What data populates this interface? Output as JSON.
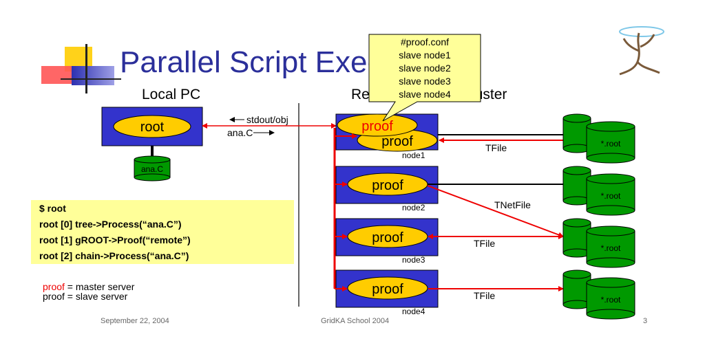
{
  "slide": {
    "title": "Parallel Script Execution",
    "local_heading": "Local PC",
    "remote_heading": "Remote PROOF Cluster"
  },
  "local": {
    "root_label": "root",
    "macro_label": "ana.C",
    "stdout_label": "stdout/obj",
    "send_label": "ana.C"
  },
  "session": {
    "lines": [
      "$ root",
      "root [0] tree->Process(“ana.C”)",
      "root [1] gROOT->Proof(“remote”)",
      "root [2] chain->Process(“ana.C”)"
    ]
  },
  "legend": {
    "master_word": "proof",
    "master_text": " = master server",
    "slave_text": "proof = slave server"
  },
  "callout": {
    "lines": [
      "#proof.conf",
      "slave node1",
      "slave node2",
      "slave node3",
      "slave node4"
    ]
  },
  "cluster": {
    "master_label": "proof",
    "nodes": [
      {
        "name": "node1",
        "label": "proof"
      },
      {
        "name": "node2",
        "label": "proof"
      },
      {
        "name": "node3",
        "label": "proof"
      },
      {
        "name": "node4",
        "label": "proof"
      }
    ],
    "file_links": [
      "TFile",
      "TNetFile",
      "TFile",
      "TFile"
    ],
    "file_label": "*.root"
  },
  "footer": {
    "date": "September 22, 2004",
    "event": "GridKA School 2004",
    "page": "3"
  },
  "colors": {
    "title": "#2b2f9a",
    "node_box": "#3333cc",
    "ellipse": "#ffcc00",
    "disk": "#009900",
    "arrow": "#ee0000",
    "callout": "#ffff99"
  }
}
